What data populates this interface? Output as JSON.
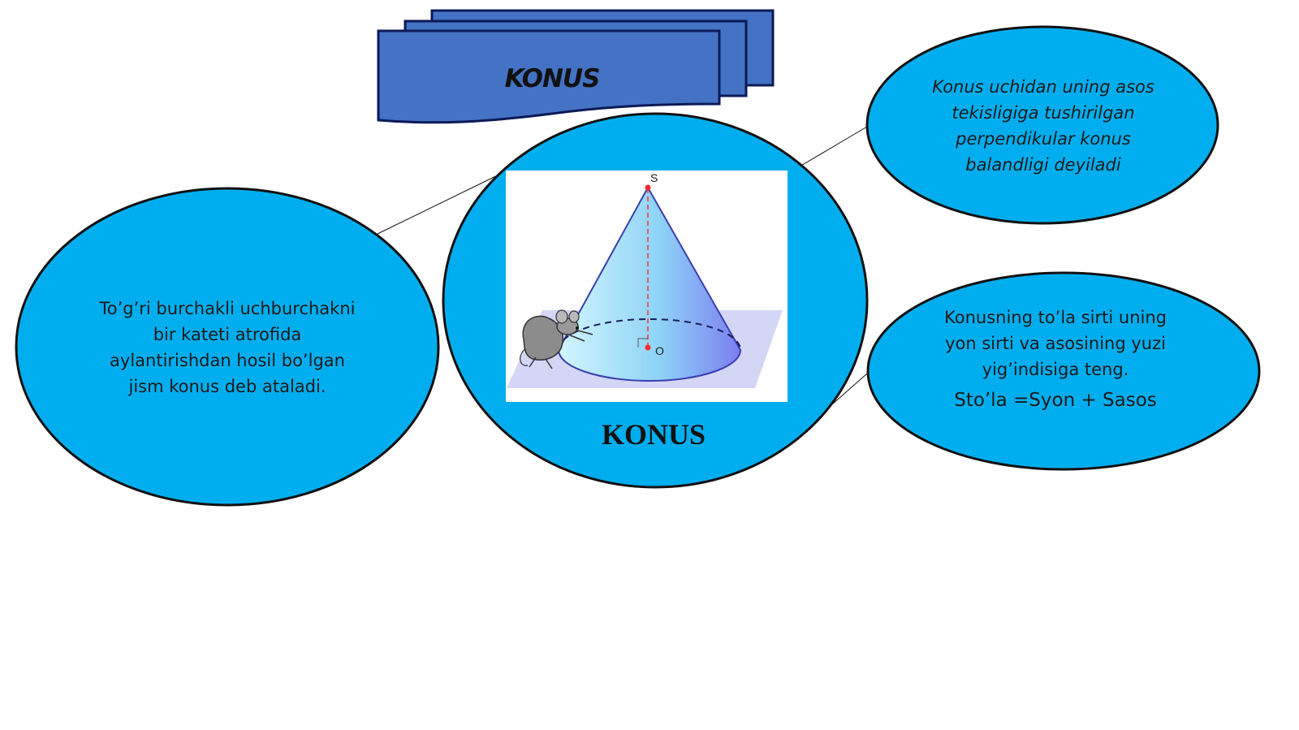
{
  "title": "KONUS",
  "center": {
    "label": "KONUS",
    "apex_label": "S",
    "base_label": "O"
  },
  "left_bubble": {
    "lines": [
      "To’g’ri burchakli uchburchakni",
      "bir kateti atrofida",
      "aylantirishdan hosil bo’lgan",
      "jism konus deb ataladi."
    ]
  },
  "top_right_bubble": {
    "lines": [
      "Konus uchidan uning asos",
      "tekisligiga tushirilgan",
      "perpendikular konus",
      "balandligi deyiladi"
    ]
  },
  "bottom_right_bubble": {
    "lines": [
      "Konusning to’la sirti uning",
      "yon sirti va asosining yuzi",
      "yig’indisiga teng."
    ],
    "formula": "Sto’la =Syon + Sasos"
  },
  "colors": {
    "bubble_fill": "#00AEEF",
    "banner_fill": "#4472C4",
    "banner_stroke": "#0b1a57",
    "outline": "#111111",
    "cone_light": "#b7ecfb",
    "cone_dark": "#7a8bf0",
    "plane": "#d3d6f5",
    "height_line": "#ff2a2a"
  },
  "icons": [
    "mouse-character-illustration"
  ]
}
